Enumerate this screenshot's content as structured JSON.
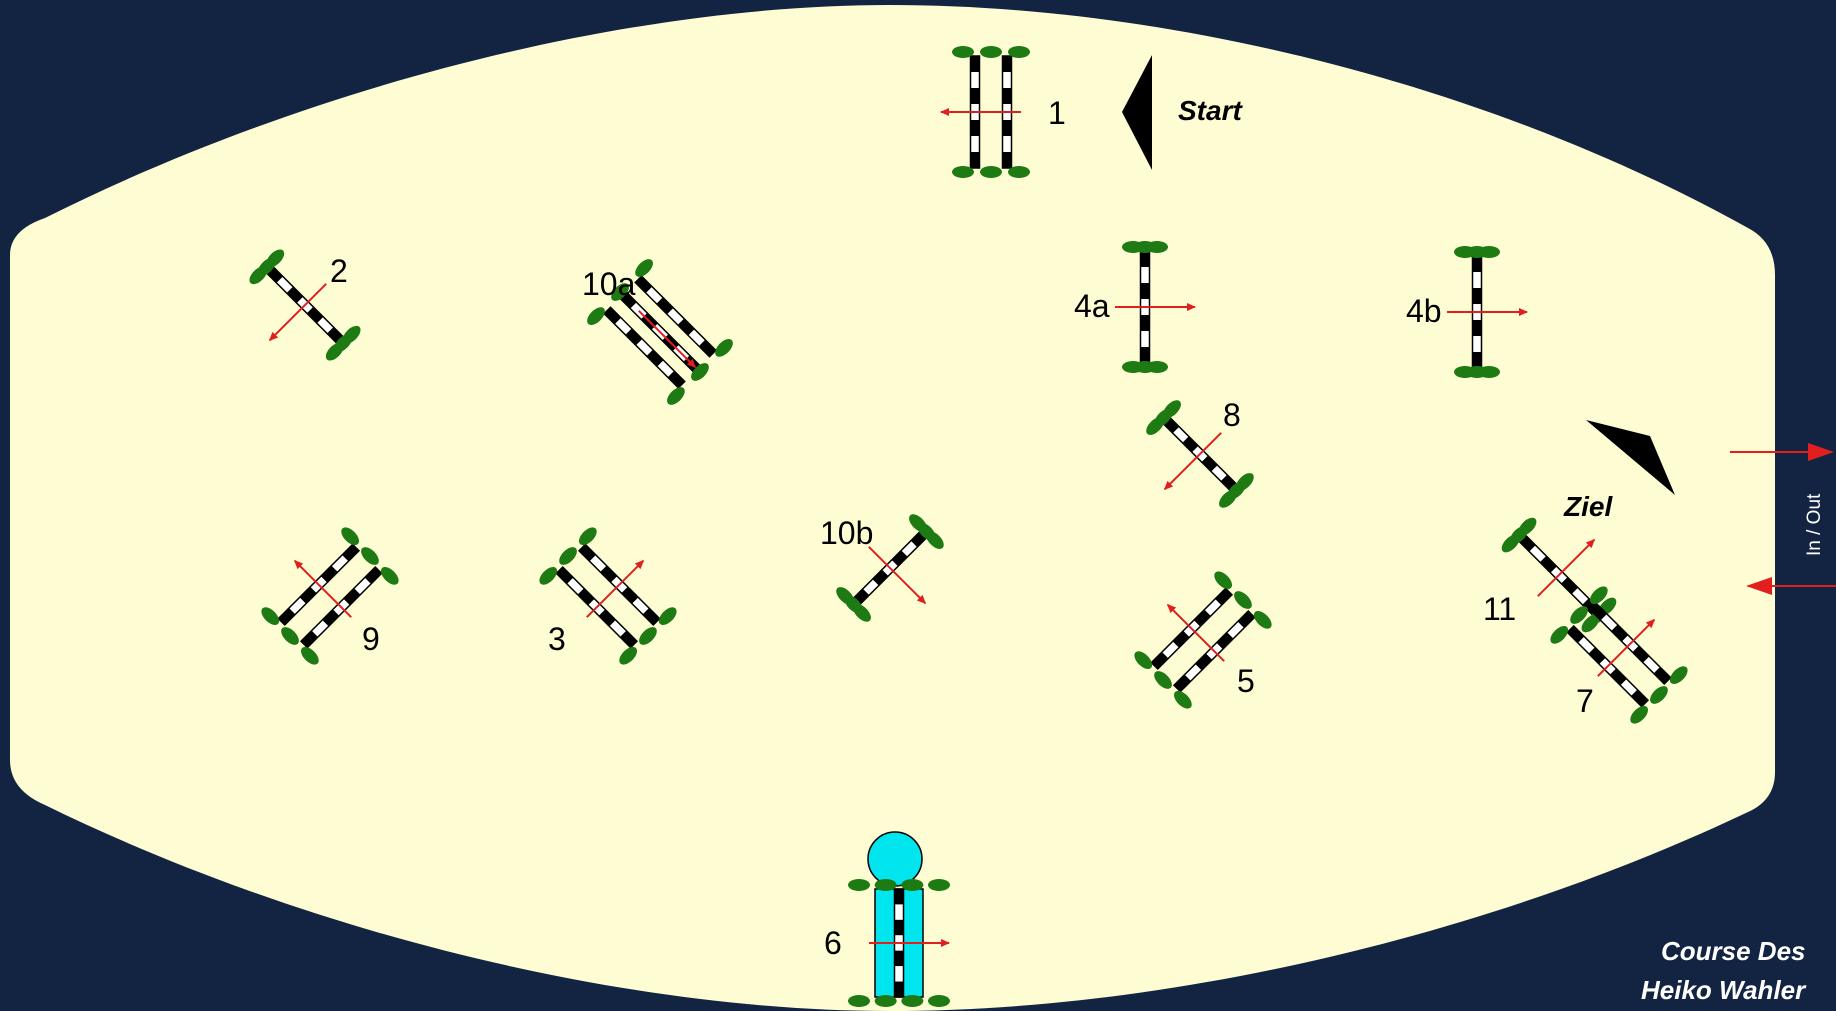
{
  "colors": {
    "background": "#132442",
    "arena": "#fefcd2",
    "pole_dark": "#000000",
    "pole_light": "#ffffff",
    "wing": "#1e7a12",
    "direction_arrow": "#e21f1f",
    "water": "#00e5ee"
  },
  "labels": {
    "start": "Start",
    "finish": "Ziel",
    "gate": "In / Out",
    "credit_line1": "Course Des",
    "credit_line2": "Heiko Wahler"
  },
  "jumps": [
    {
      "id": "1",
      "label": "1",
      "type": "oxer",
      "angle_deg": 0,
      "direction": "left"
    },
    {
      "id": "2",
      "label": "2",
      "type": "vertical",
      "angle_deg": -45,
      "direction": "down-left"
    },
    {
      "id": "10a",
      "label": "10a",
      "type": "triple-bar",
      "angle_deg": -45,
      "direction": "down-right"
    },
    {
      "id": "4a",
      "label": "4a",
      "type": "vertical",
      "angle_deg": 0,
      "direction": "right"
    },
    {
      "id": "4b",
      "label": "4b",
      "type": "vertical",
      "angle_deg": 0,
      "direction": "right"
    },
    {
      "id": "8",
      "label": "8",
      "type": "vertical",
      "angle_deg": -45,
      "direction": "down-left"
    },
    {
      "id": "9",
      "label": "9",
      "type": "oxer",
      "angle_deg": 45,
      "direction": "up-left"
    },
    {
      "id": "3",
      "label": "3",
      "type": "oxer",
      "angle_deg": -45,
      "direction": "up-right"
    },
    {
      "id": "10b",
      "label": "10b",
      "type": "vertical",
      "angle_deg": 45,
      "direction": "down-right"
    },
    {
      "id": "5",
      "label": "5",
      "type": "oxer",
      "angle_deg": 45,
      "direction": "up-left"
    },
    {
      "id": "11",
      "label": "11",
      "type": "vertical",
      "angle_deg": -45,
      "direction": "up-right"
    },
    {
      "id": "7",
      "label": "7",
      "type": "oxer",
      "angle_deg": -45,
      "direction": "up-right"
    },
    {
      "id": "6",
      "label": "6",
      "type": "water-vertical",
      "angle_deg": 0,
      "direction": "right"
    }
  ]
}
